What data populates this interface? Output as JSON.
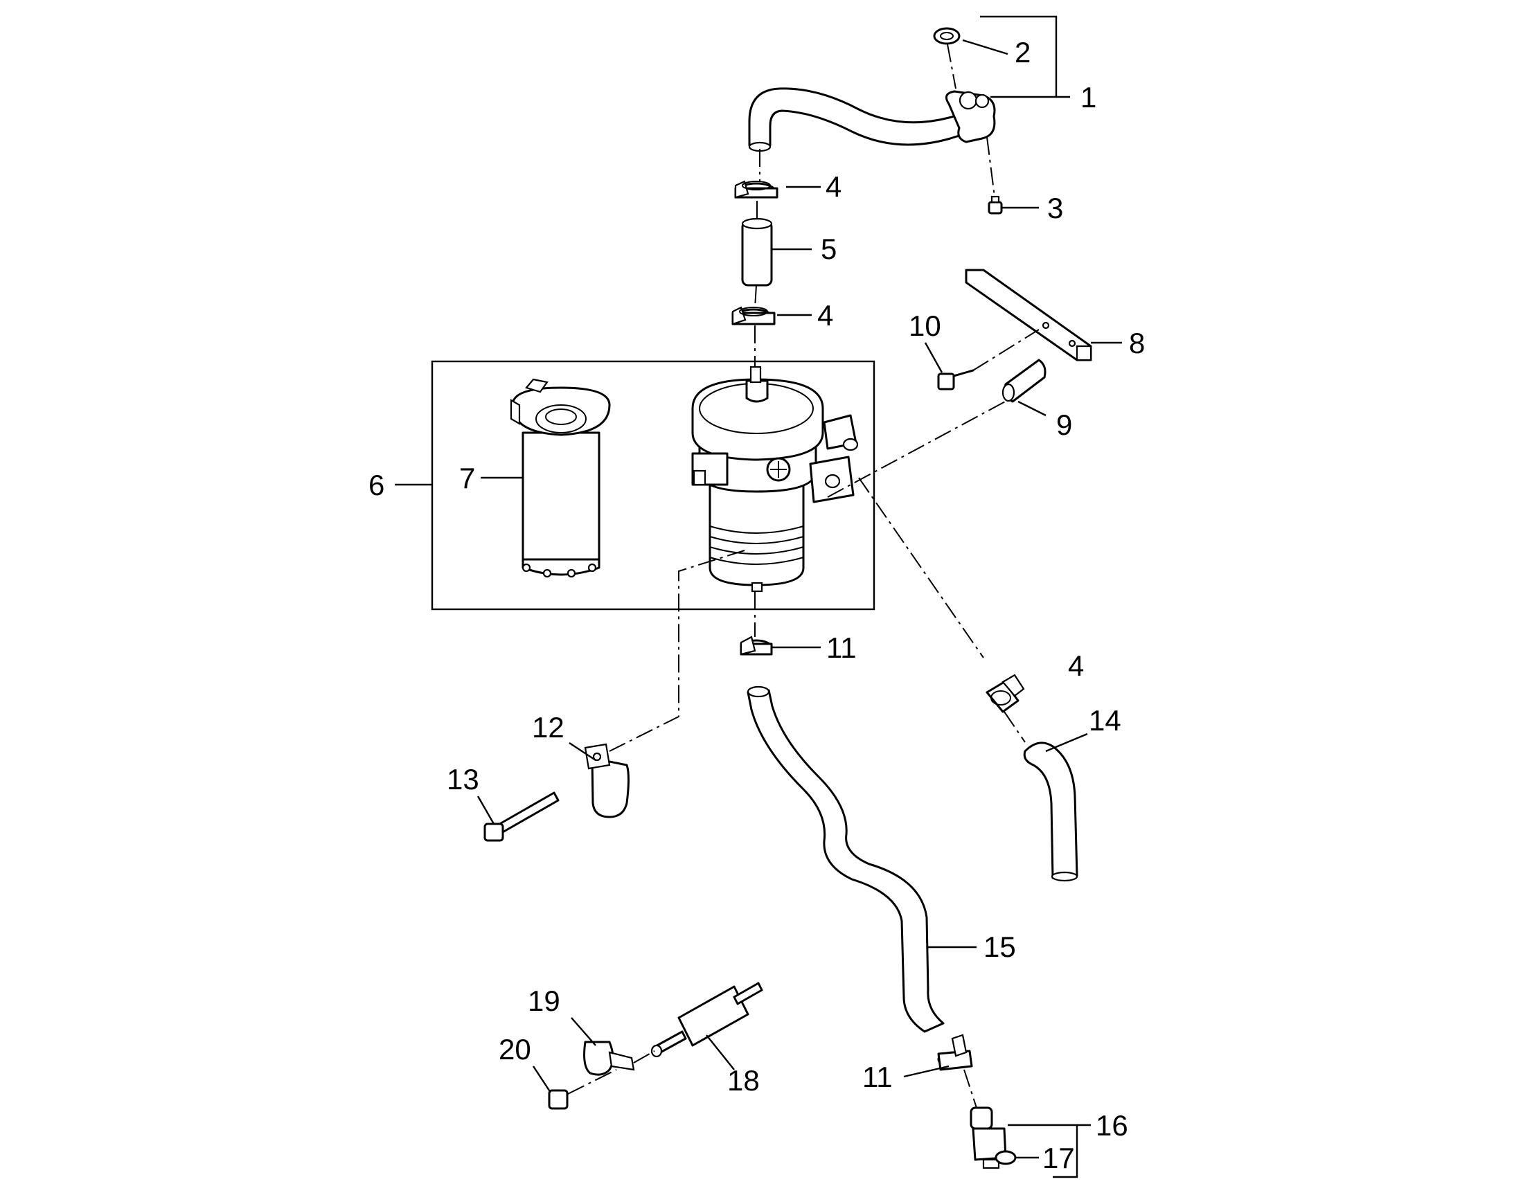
{
  "callouts": {
    "c1": "1",
    "c2": "2",
    "c3": "3",
    "c4a": "4",
    "c4b": "4",
    "c4c": "4",
    "c5": "5",
    "c6": "6",
    "c7": "7",
    "c8": "8",
    "c9": "9",
    "c10": "10",
    "c11a": "11",
    "c11b": "11",
    "c12": "12",
    "c13": "13",
    "c14": "14",
    "c15": "15",
    "c16": "16",
    "c17": "17",
    "c18": "18",
    "c19": "19",
    "c20": "20"
  }
}
